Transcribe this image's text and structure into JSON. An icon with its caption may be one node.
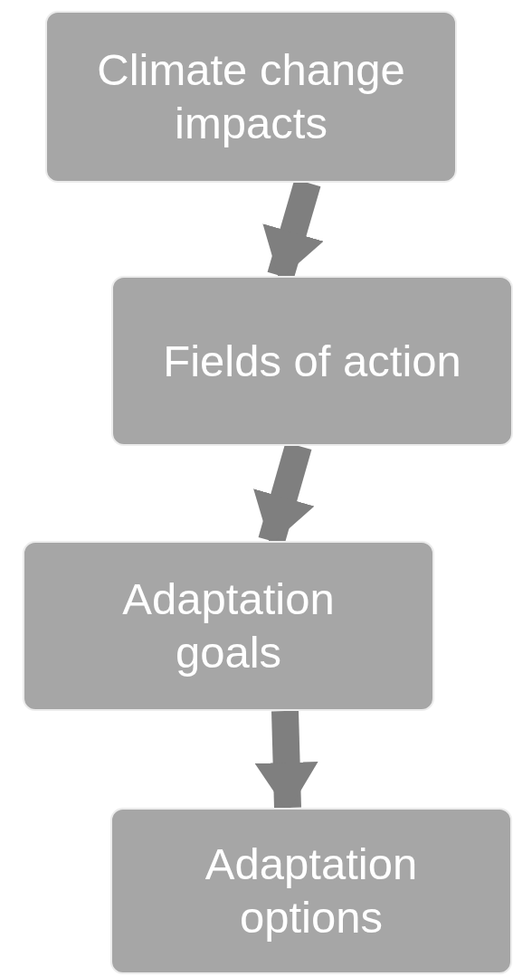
{
  "diagram": {
    "nodes": [
      {
        "text": [
          "Climate change impacts"
        ]
      },
      {
        "text": [
          "Fields of action"
        ]
      },
      {
        "text": [
          "Adaptation goals"
        ]
      },
      {
        "text": [
          "Adaptation options"
        ]
      }
    ],
    "edges": [
      {
        "from": 0,
        "to": 1,
        "arrow": "to"
      },
      {
        "from": 1,
        "to": 2,
        "arrow": "to"
      },
      {
        "from": 2,
        "to": 3,
        "arrow": "to"
      }
    ]
  }
}
